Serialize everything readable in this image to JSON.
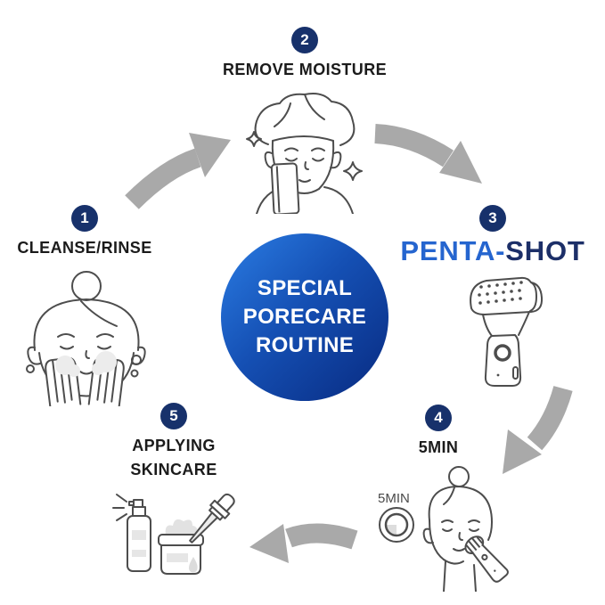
{
  "center": {
    "line1": "SPECIAL",
    "line2": "PORECARE",
    "line3": "ROUTINE"
  },
  "steps": [
    {
      "number": "1",
      "label": "CLEANSE/RINSE",
      "icon": "face-washing-icon"
    },
    {
      "number": "2",
      "label": "REMOVE MOISTURE",
      "icon": "towel-drying-icon"
    },
    {
      "number": "3",
      "label_part1": "PENTA-",
      "label_part2": "SHOT",
      "icon": "penta-shot-device-icon"
    },
    {
      "number": "4",
      "label": "5MIN",
      "timer_label": "5MIN",
      "icon": "device-on-face-icon"
    },
    {
      "number": "5",
      "label_line1": "APPLYING",
      "label_line2": "SKINCARE",
      "icon": "skincare-products-icon"
    }
  ],
  "colors": {
    "badge_navy": "#17316b",
    "penta_blue": "#2565cf",
    "shot_navy": "#1c2f68",
    "arrow_gray": "#a9a9a9",
    "circle_gradient_start": "#2b7de4",
    "circle_gradient_end": "#082a80",
    "lineart_gray": "#4d4d4d"
  }
}
